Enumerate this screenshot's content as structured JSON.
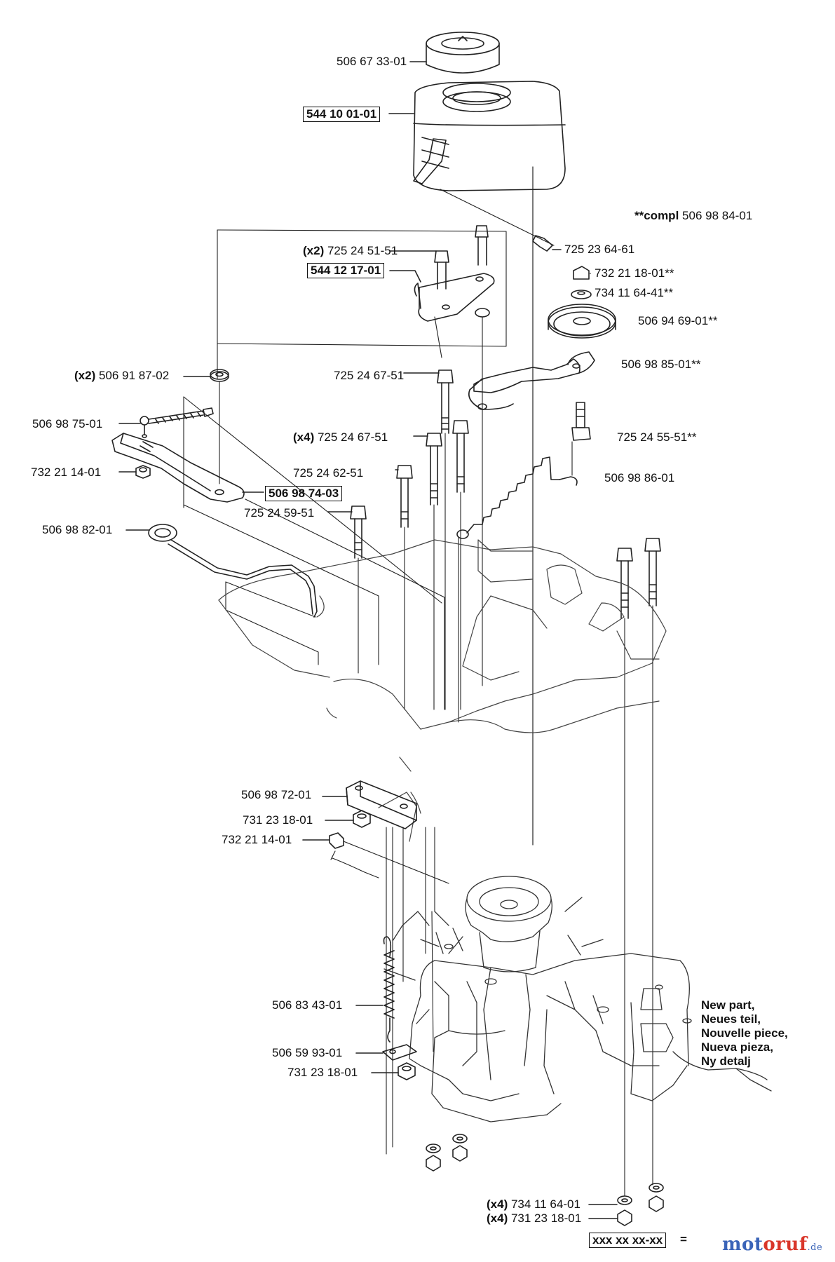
{
  "labels": {
    "tank_cap": "506 67 33-01",
    "tank": "544 10 01-01",
    "compl_prefix": "**compl",
    "compl": "506 98 84-01",
    "screw_tank": "725 23 64-61",
    "bolt_x2_qty": "(x2)",
    "bolt_x2": "725 24 51-51",
    "bracket": "544 12 17-01",
    "nut_top": "732 21 18-01**",
    "washer_top": "734 11 64-41**",
    "pulley": "506 94 69-01**",
    "grommet_qty": "(x2)",
    "grommet": "506 91 87-02",
    "bolt_a": "725 24 67-51",
    "arm": "506 98 85-01**",
    "ball_joint": "506 98 75-01",
    "bolt_x4_qty": "(x4)",
    "bolt_x4": "725 24 67-51",
    "bolt_b": "725 24 55-51**",
    "nut_lever": "732 21 14-01",
    "bolt_c": "725 24 62-51",
    "spring_top": "506 98 86-01",
    "lever": "506 98 74-03",
    "bolt_d": "725 24 59-51",
    "rod": "506 98 82-01",
    "spacer": "506 98 72-01",
    "nut_spacer": "731 23 18-01",
    "nut_cable": "732 21 14-01",
    "spring_bottom": "506 83 43-01",
    "plate": "506 59 93-01",
    "nut_bottom": "731 23 18-01",
    "washer_x4_qty": "(x4)",
    "washer_x4": "734 11 64-01",
    "nut_x4_qty": "(x4)",
    "nut_x4": "731 23 18-01"
  },
  "legend": {
    "new_part_lines": [
      "New part,",
      "Neues teil,",
      "Nouvelle piece,",
      "Nueva pieza,",
      "Ny detalj"
    ],
    "placeholder": "xxx xx xx-xx",
    "equals": "="
  },
  "brand": {
    "mo": "mot",
    "ruf": "oruf",
    "domain": ".de"
  }
}
